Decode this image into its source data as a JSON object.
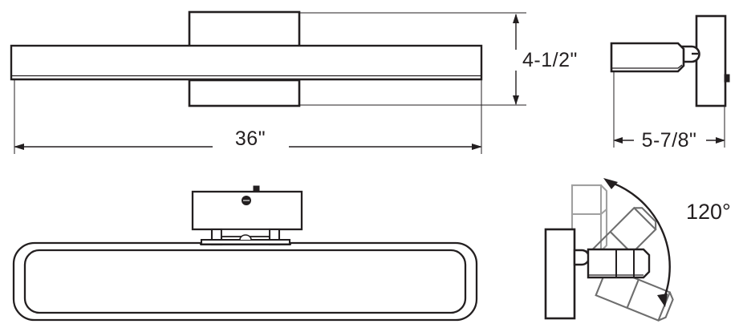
{
  "drawing": {
    "type": "product-dimension-drawing",
    "subject": "linear bath / vanity wall light fixture",
    "background_color": "#ffffff",
    "line_color": "#231f20",
    "ghost_line_color": "#a0a0a0",
    "views": [
      {
        "id": "front-elevation",
        "name": "front-elevation-view",
        "position": "top-left",
        "description": "front view of linear bar fixture with center mounting box"
      },
      {
        "id": "side-elevation",
        "name": "side-elevation-view",
        "position": "top-right",
        "description": "side view showing fixture head, pivot and wall plate"
      },
      {
        "id": "top-plan",
        "name": "top-plan-view",
        "position": "bottom-left",
        "description": "plan view of rounded rectangular fixture with mounting canopy"
      },
      {
        "id": "rotation-diagram",
        "name": "rotation-range-diagram",
        "position": "bottom-right",
        "description": "adjustable head rotation range with ghosted positions and arc arrow"
      }
    ]
  },
  "dimensions": {
    "width": {
      "label": "36\"",
      "view": "front-elevation",
      "orientation": "horizontal",
      "value": 36,
      "unit": "inch"
    },
    "height": {
      "label": "4-1/2\"",
      "view": "front-elevation",
      "orientation": "vertical",
      "value": 4.5,
      "unit": "inch"
    },
    "depth": {
      "label": "5-7/8\"",
      "view": "side-elevation",
      "orientation": "horizontal",
      "value": 5.875,
      "unit": "inch"
    }
  },
  "annotations": {
    "rotation": {
      "label": "120°",
      "view": "rotation-diagram",
      "value": 120,
      "unit": "degree"
    }
  }
}
